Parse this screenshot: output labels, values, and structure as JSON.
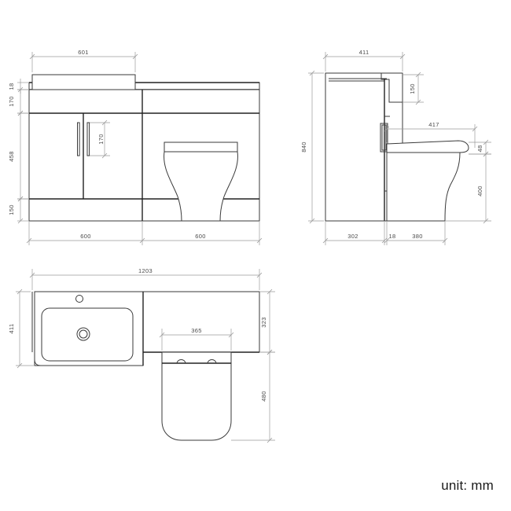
{
  "sheet": {
    "unit_note": "unit: mm",
    "colors": {
      "object_line": "#3a3a3a",
      "heavy_line": "#222222",
      "dimension_line": "#8c8c8c",
      "dimension_text": "#4a4a4a",
      "background": "#ffffff"
    }
  },
  "views": {
    "front": {
      "name": "front-elevation",
      "dimensions": {
        "mirror_width": "601",
        "top_panel_thickness": "18",
        "mirror_height": "170",
        "door_height": "458",
        "plinth_height": "150",
        "handle_length": "170",
        "vanity_width": "600",
        "wc_unit_width": "600"
      }
    },
    "side": {
      "name": "side-elevation",
      "dimensions": {
        "top_depth": "411",
        "mirror_depth": "150",
        "total_height": "840",
        "seat_length": "417",
        "seat_thickness": "48",
        "pan_height": "400",
        "cabinet_depth": "302",
        "panel_thickness": "18",
        "pan_depth": "380"
      }
    },
    "plan": {
      "name": "plan-view",
      "dimensions": {
        "overall_width": "1203",
        "basin_depth": "411",
        "worktop_depth": "323",
        "pan_width": "365",
        "pan_projection": "480"
      }
    }
  }
}
